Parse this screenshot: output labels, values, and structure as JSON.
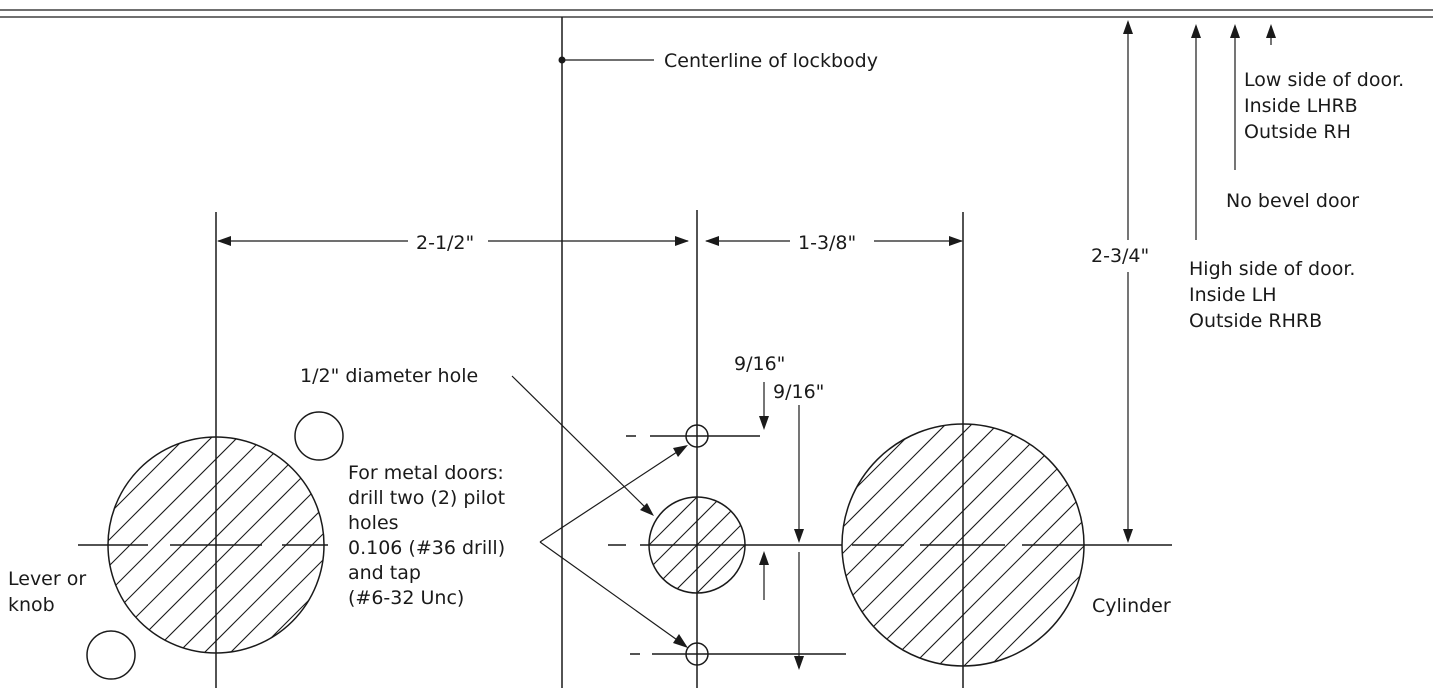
{
  "labels": {
    "centerline": "Centerline of lockbody",
    "low_side_l1": "Low side of door.",
    "low_side_l2": "Inside LHRB",
    "low_side_l3": "Outside RH",
    "no_bevel": "No bevel door",
    "high_side_l1": "High side of door.",
    "high_side_l2": "Inside LH",
    "high_side_l3": "Outside RHRB",
    "lever_l1": "Lever or",
    "lever_l2": "knob",
    "cylinder": "Cylinder",
    "half_inch_hole": "1/2\" diameter hole",
    "metal_l1": "For metal doors:",
    "metal_l2": "drill two (2) pilot",
    "metal_l3": "holes",
    "metal_l4": "0.106 (#36 drill)",
    "metal_l5": "and tap",
    "metal_l6": "(#6-32 Unc)"
  },
  "dimensions": {
    "lever_to_center": "2-1/2\"",
    "center_to_cylinder": "1-3/8\"",
    "edge_to_centerline": "2-3/4\"",
    "pilot_top": "9/16\"",
    "pilot_bottom": "9/16\""
  }
}
